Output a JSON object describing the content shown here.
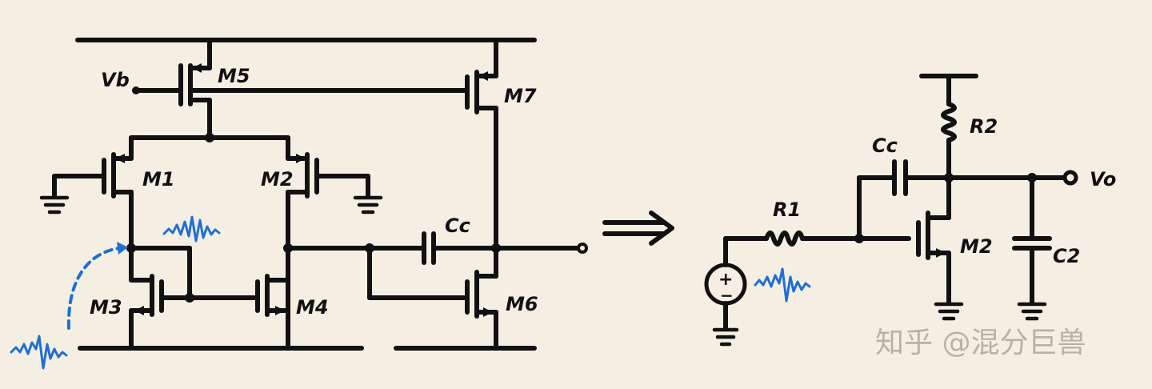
{
  "left_circuit": {
    "vb_label": "Vb",
    "transistors": [
      "M5",
      "M7",
      "M1",
      "M2",
      "M3",
      "M4",
      "M6"
    ],
    "cap_label": "Cc"
  },
  "right_circuit": {
    "r1_label": "R1",
    "r2_label": "R2",
    "cc_label": "Cc",
    "m2_label": "M2",
    "c2_label": "C2",
    "vo_label": "Vo",
    "source_plus": "+",
    "source_minus": "−"
  },
  "arrow_symbol": "⟹",
  "watermark": "知乎 @混分巨兽",
  "colors": {
    "ink": "#111111",
    "signal": "#1f6fd6",
    "paper": "#f5efe3"
  }
}
